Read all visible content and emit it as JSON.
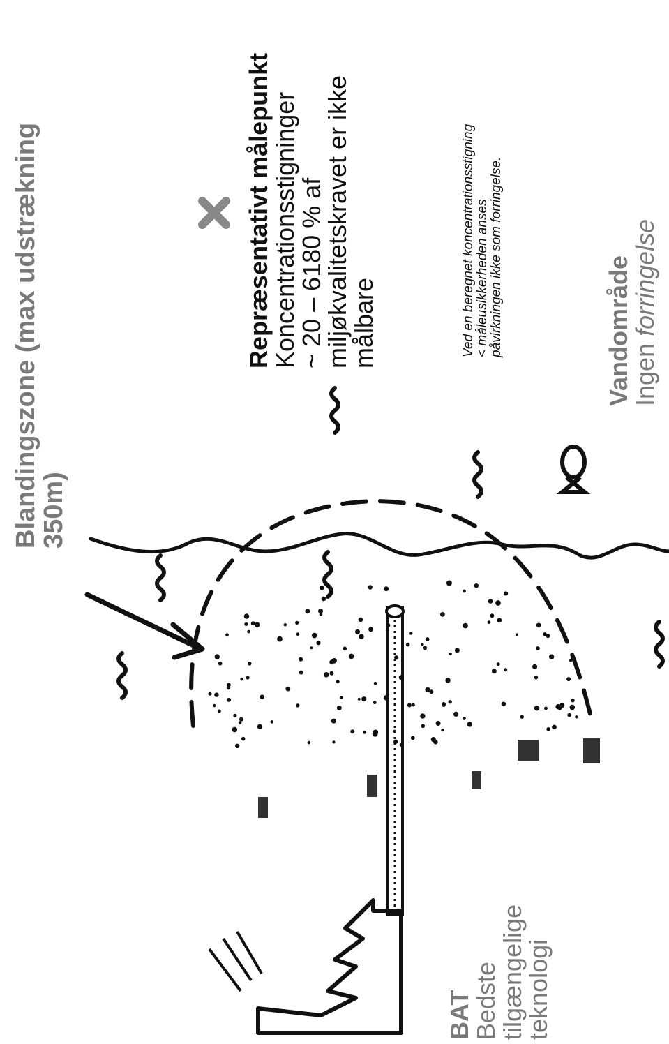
{
  "mixing_zone": {
    "line1": "Blandingszone (max udstrækning",
    "line2": "350m)"
  },
  "measurement": {
    "title": "Repræsentativt målepunkt",
    "line1": "Koncentrationsstigninger",
    "line2": "~ 20 – 6180 %     af",
    "line3": "miljøkvalitetskravet er ikke",
    "line4": "målbare"
  },
  "note": {
    "line1": "Ved en beregnet koncentrationsstigning",
    "line2": "< måleusikkerheden anses",
    "line3": "påvirkningen ikke som forringelse."
  },
  "water_area": {
    "title": "Vandområde",
    "prefix": "Ingen ",
    "emphasis": "forringelse"
  },
  "bat": {
    "title": "BAT",
    "line1": "Bedste",
    "line2": "tilgængelige",
    "line3": "teknologi"
  },
  "colors": {
    "ink": "#111111",
    "label_grey": "#7a7a7a",
    "marker_grey": "#888888"
  }
}
